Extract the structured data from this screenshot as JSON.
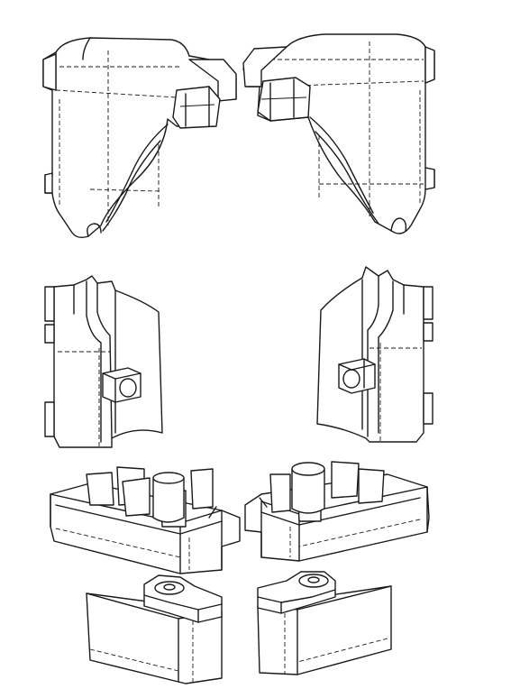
{
  "drawing": {
    "style": "black-and-white patent-style line drawing",
    "parts": [
      {
        "name": "upper-left-corner-connector-view"
      },
      {
        "name": "upper-right-corner-connector-view"
      },
      {
        "name": "middle-left-side-view"
      },
      {
        "name": "middle-right-side-view"
      },
      {
        "name": "lower-left-top-open-view"
      },
      {
        "name": "lower-right-top-open-view"
      },
      {
        "name": "bottom-left-base-view"
      },
      {
        "name": "bottom-right-base-view"
      }
    ]
  }
}
